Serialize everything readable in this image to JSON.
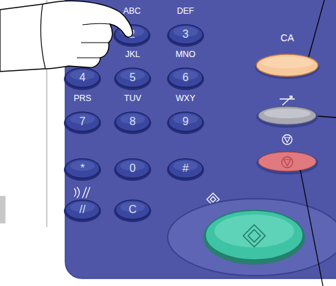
{
  "diagram": {
    "nodes": [
      {
        "text": [
          "ABC",
          "2"
        ]
      },
      {
        "text": [
          "DEF",
          "3"
        ]
      },
      {
        "text": [
          "CA"
        ]
      },
      {
        "text": [
          "4"
        ]
      },
      {
        "text": [
          "JKL",
          "5"
        ]
      },
      {
        "text": [
          "MNO",
          "6"
        ]
      },
      {
        "text": [
          "PRS",
          "7"
        ]
      },
      {
        "text": [
          "TUV",
          "8"
        ]
      },
      {
        "text": [
          "WXY",
          "9"
        ]
      },
      {
        "text": [
          "*"
        ]
      },
      {
        "text": [
          "0"
        ]
      },
      {
        "text": [
          "#"
        ]
      },
      {
        "text": [
          "//"
        ]
      },
      {
        "text": [
          "C"
        ]
      }
    ]
  }
}
